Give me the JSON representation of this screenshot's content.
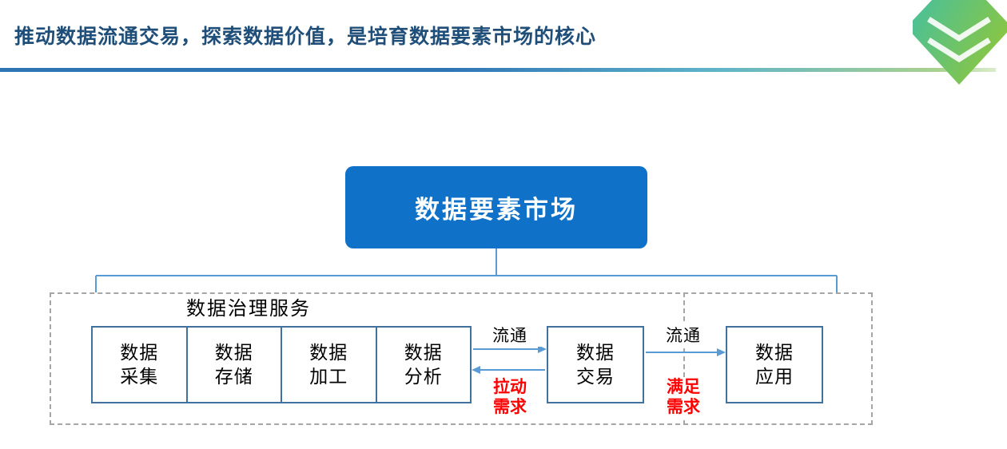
{
  "header": {
    "title": "推动数据流通交易，探索数据价值，是培育数据要素市场的核心"
  },
  "diagram": {
    "market_box": {
      "label": "数据要素市场"
    },
    "governance": {
      "label": "数据治理服务",
      "cells": [
        {
          "line1": "数据",
          "line2": "采集"
        },
        {
          "line1": "数据",
          "line2": "存储"
        },
        {
          "line1": "数据",
          "line2": "加工"
        },
        {
          "line1": "数据",
          "line2": "分析"
        }
      ]
    },
    "trade_box": {
      "line1": "数据",
      "line2": "交易"
    },
    "app_box": {
      "line1": "数据",
      "line2": "应用"
    },
    "flow1": {
      "label": "流通",
      "demand_line1": "拉动",
      "demand_line2": "需求"
    },
    "flow2": {
      "label": "流通",
      "demand_line1": "满足",
      "demand_line2": "需求"
    }
  },
  "colors": {
    "title-color": "#1F4E79",
    "market-box-fill": "#0F72C8",
    "box-border": "#41719C",
    "arrow-color": "#5B9BD5",
    "dashed-border": "#A6A6A6",
    "demand-red": "#FF0000",
    "underline-start": "#2E75B6",
    "underline-end": "#A9D18E",
    "logo-teal": "#3BBFAE",
    "logo-green": "#8CC63F"
  }
}
